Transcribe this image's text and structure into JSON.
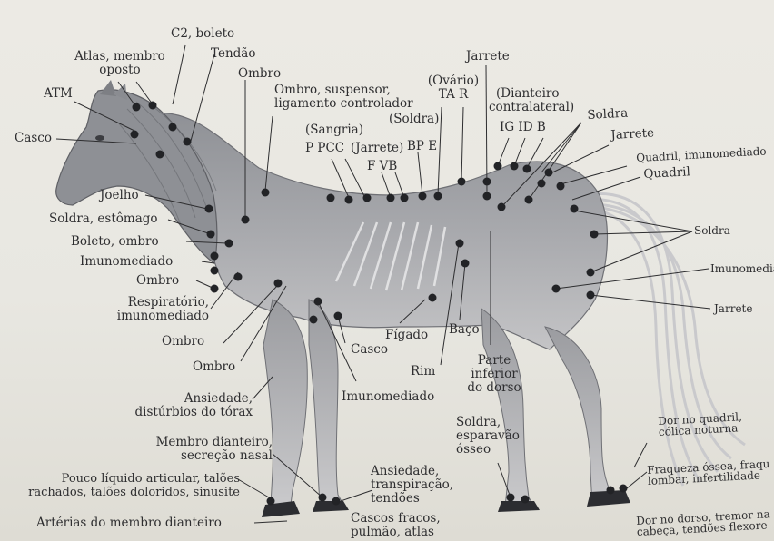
{
  "labels": {
    "c2_boleto": "C2, boleto",
    "atlas_membro_1": "Atlas, membro",
    "atlas_membro_2": "oposto",
    "tendao": "Tendão",
    "ombro_top": "Ombro",
    "atm": "ATM",
    "casco_left": "Casco",
    "ombro_suspensor_1": "Ombro, suspensor,",
    "ombro_suspensor_2": "ligamento controlador",
    "ovario": "(Ovário)",
    "ta_r": "TA R",
    "jarrete_top": "Jarrete",
    "dianteiro_1": "(Dianteiro",
    "dianteiro_2": "contralateral)",
    "ig_id_b": "IG ID B",
    "soldra_top": "Soldra",
    "jarrete_right": "Jarrete",
    "quadril_imuno": "Quadril, imunomediado",
    "quadril": "Quadril",
    "sangria": "(Sangria)",
    "p_pcc": "P PCC",
    "jarrete_paren": "(Jarrete)",
    "soldra_paren": "(Soldra)",
    "bp_e": "BP E",
    "f_vb": "F VB",
    "joelho": "Joelho",
    "soldra_estomago": "Soldra, estômago",
    "boleto_ombro": "Boleto, ombro",
    "imunomediado_left": "Imunomediado",
    "ombro_left": "Ombro",
    "respiratorio_1": "Respiratório,",
    "respiratorio_2": "imunomediado",
    "ombro_mid": "Ombro",
    "ombro_low": "Ombro",
    "soldra_right": "Soldra",
    "imunomedia_right": "Imunomedia",
    "jarrete_right2": "Jarrete",
    "figado": "Fígado",
    "baco": "Baço",
    "casco_mid": "Casco",
    "rim": "Rim",
    "parte_1": "Parte",
    "parte_2": "inferior",
    "parte_3": "do dorso",
    "imunomediado_mid": "Imunomediado",
    "ansiedade_torax_1": "Ansiedade,",
    "ansiedade_torax_2": "distúrbios do tórax",
    "soldra_esparavao_1": "Soldra,",
    "soldra_esparavao_2": "esparavão",
    "soldra_esparavao_3": "ósseo",
    "dor_quadril_1": "Dor no quadril,",
    "dor_quadril_2": "cólica noturna",
    "membro_dianteiro_1": "Membro dianteiro,",
    "membro_dianteiro_2": "secreção nasal",
    "pouco_liquido_1": "Pouco líquido articular, talões",
    "pouco_liquido_2": "rachados, talões doloridos, sinusite",
    "ansiedade_transp_1": "Ansiedade,",
    "ansiedade_transp_2": "transpiração,",
    "ansiedade_transp_3": "tendões",
    "fraqueza_1": "Fraqueza óssea, fraqu",
    "fraqueza_2": "lombar, infertilidade",
    "arterias": "Artérias do membro dianteiro",
    "cascos_fracos_1": "Cascos fracos,",
    "cascos_fracos_2": "pulmão, atlas",
    "dor_dorso_1": "Dor no dorso, tremor na",
    "dor_dorso_2": "cabeça, tendões flexore"
  },
  "colors": {
    "paper": "#e8e7e1",
    "ink": "#2e2e30",
    "muscle": "#9a9ba0",
    "point": "#222326"
  }
}
